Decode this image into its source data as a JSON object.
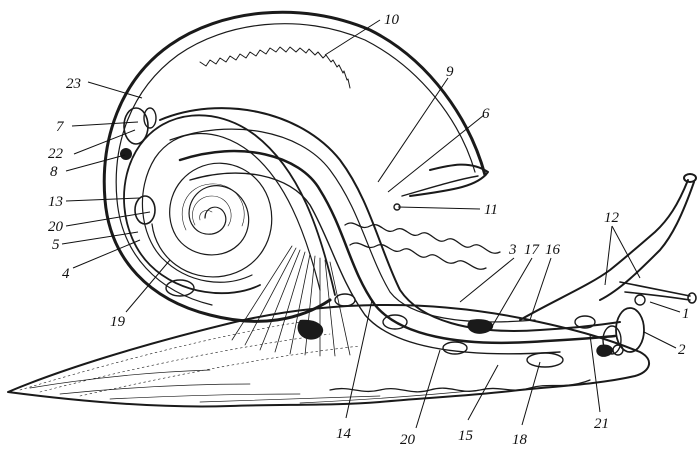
{
  "labels": [
    {
      "id": "1",
      "text": "1"
    },
    {
      "id": "2",
      "text": "2"
    },
    {
      "id": "3",
      "text": "3"
    },
    {
      "id": "4",
      "text": "4"
    },
    {
      "id": "5",
      "text": "5"
    },
    {
      "id": "6",
      "text": "6"
    },
    {
      "id": "7",
      "text": "7"
    },
    {
      "id": "8",
      "text": "8"
    },
    {
      "id": "9",
      "text": "9"
    },
    {
      "id": "10",
      "text": "10"
    },
    {
      "id": "11",
      "text": "11"
    },
    {
      "id": "12",
      "text": "12"
    },
    {
      "id": "13",
      "text": "13"
    },
    {
      "id": "14",
      "text": "14"
    },
    {
      "id": "15",
      "text": "15"
    },
    {
      "id": "16",
      "text": "16"
    },
    {
      "id": "17",
      "text": "17"
    },
    {
      "id": "18",
      "text": "18"
    },
    {
      "id": "19",
      "text": "19"
    },
    {
      "id": "20a",
      "text": "20"
    },
    {
      "id": "20b",
      "text": "20"
    },
    {
      "id": "21",
      "text": "21"
    },
    {
      "id": "22",
      "text": "22"
    },
    {
      "id": "23",
      "text": "23"
    }
  ],
  "colors": {
    "ink": "#1a1a1a",
    "background": "#ffffff"
  }
}
